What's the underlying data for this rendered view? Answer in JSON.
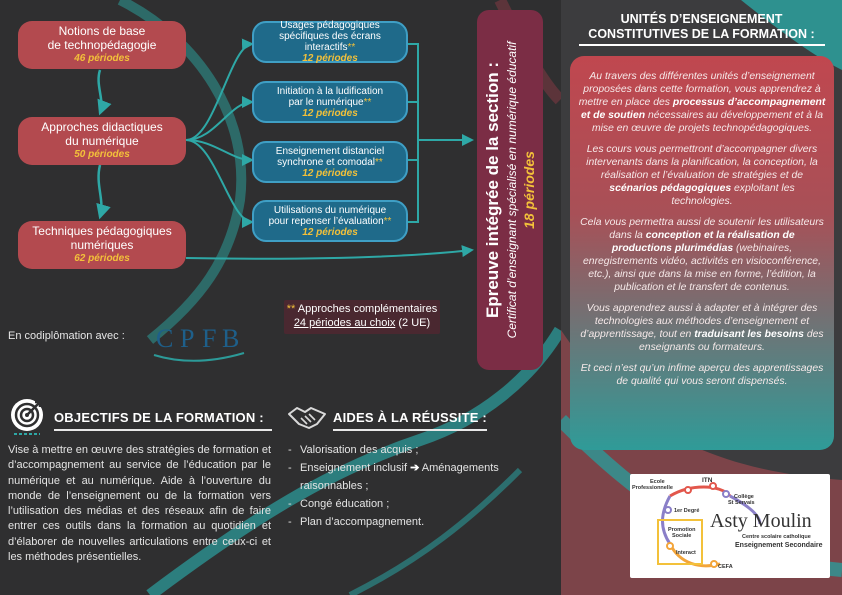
{
  "modules_left": [
    {
      "title": "Notions de base\nde technopédagogie",
      "hours": "46 périodes"
    },
    {
      "title": "Approches didactiques\ndu numérique",
      "hours": "50 périodes"
    },
    {
      "title": "Techniques pédagogiques\nnumériques",
      "hours": "62 périodes"
    }
  ],
  "modules_center": [
    {
      "title": "Usages pédagogiques\nspécifiques des écrans interactifs",
      "stars": "**",
      "hours": "12 périodes"
    },
    {
      "title": "Initiation à la ludification\npar le numérique",
      "stars": "**",
      "hours": "12 périodes"
    },
    {
      "title": "Enseignement distanciel\nsynchrone et comodal",
      "stars": "**",
      "hours": "12 périodes"
    },
    {
      "title": "Utilisations du numérique\npour repenser l’évaluation",
      "stars": "**",
      "hours": "12 périodes"
    }
  ],
  "complementary": {
    "stars": "**",
    "label": " Approches complémentaires",
    "choice": "24 périodes au choix",
    "ue": " (2 UE)"
  },
  "epreuve": {
    "title": "Epreuve intégrée de la section :",
    "subtitle": "Certificat d’enseignant spécialisé en numérique éducatif",
    "hours": "18 périodes"
  },
  "codiplomation": {
    "label": "En codiplômation avec :",
    "logo_letters": [
      "C",
      "P",
      "F",
      "B"
    ]
  },
  "objectifs": {
    "title": "OBJECTIFS DE LA FORMATION :",
    "text": "Vise à mettre en œuvre des stratégies de formation et d’accompagnement au service de l’éducation par le numérique et au numérique. Aide à l’ouverture du monde de l’enseignement ou de la formation vers l’utilisation des médias et des réseaux afin de faire entrer ces outils dans la formation au quotidien et d’élaborer de nouvelles articulations entre ceux-ci et les méthodes présentielles."
  },
  "aides": {
    "title": "AIDES À LA RÉUSSITE :",
    "items": [
      {
        "text": "Valorisation des acquis ;"
      },
      {
        "text": "Enseignement inclusif",
        "arrow": "➔",
        "after": " Aménagements raisonnables ;"
      },
      {
        "text": "Congé éducation ;"
      },
      {
        "text": "Plan d’accompagnement."
      }
    ]
  },
  "right": {
    "title_line1": "UNITÉS D’ENSEIGNEMENT",
    "title_line2": "CONSTITUTIVES DE LA FORMATION :",
    "p1": {
      "a": "Au travers des différentes unités d’enseignement proposées dans cette formation, vous apprendrez à mettre en place des ",
      "b": "processus d’accompagnement et de soutien",
      "c": " nécessaires au développement et à la mise en œuvre de projets technopédagogiques."
    },
    "p2": {
      "a": "Les cours vous permettront d’accompagner divers intervenants dans la planification, la conception, la réalisation et l’évaluation de stratégies et de ",
      "b": "scénarios pédagogiques",
      "c": " exploitant les technologies."
    },
    "p3": {
      "a": "Cela vous permettra aussi de soutenir les utilisateurs dans la ",
      "b": "conception et la réalisation de productions plurimédias",
      "c": " (webinaires, enregistrements vidéo, activités en visioconférence, etc.), ainsi que dans la mise en forme, l’édition, la publication et le transfert de contenus."
    },
    "p4": {
      "a": "Vous apprendrez aussi à adapter et à intégrer des technologies aux méthodes d’enseignement et d’apprentissage, tout en ",
      "b": "traduisant les besoins",
      "c": " des enseignants ou formateurs."
    },
    "p5": {
      "a": "Et ceci n’est qu’un infime aperçu des apprentissages de qualité qui vous seront dispensés."
    }
  },
  "asty_logo": {
    "name": "Asty Moulin",
    "sub1": "Centre scolaire catholique",
    "sub2": "Enseignement Secondaire",
    "stops": [
      "Ecole\nProfessionnelle",
      "ITN",
      "Collège\nSt Servais",
      "1er Degré",
      "Promotion\nSociale",
      "Interact",
      "CEFA"
    ]
  },
  "colors": {
    "red": "#b34a4f",
    "blue": "#1f6a8a",
    "teal": "#2f9b98",
    "gold": "#f3c13a",
    "purple": "#7b2d45"
  }
}
